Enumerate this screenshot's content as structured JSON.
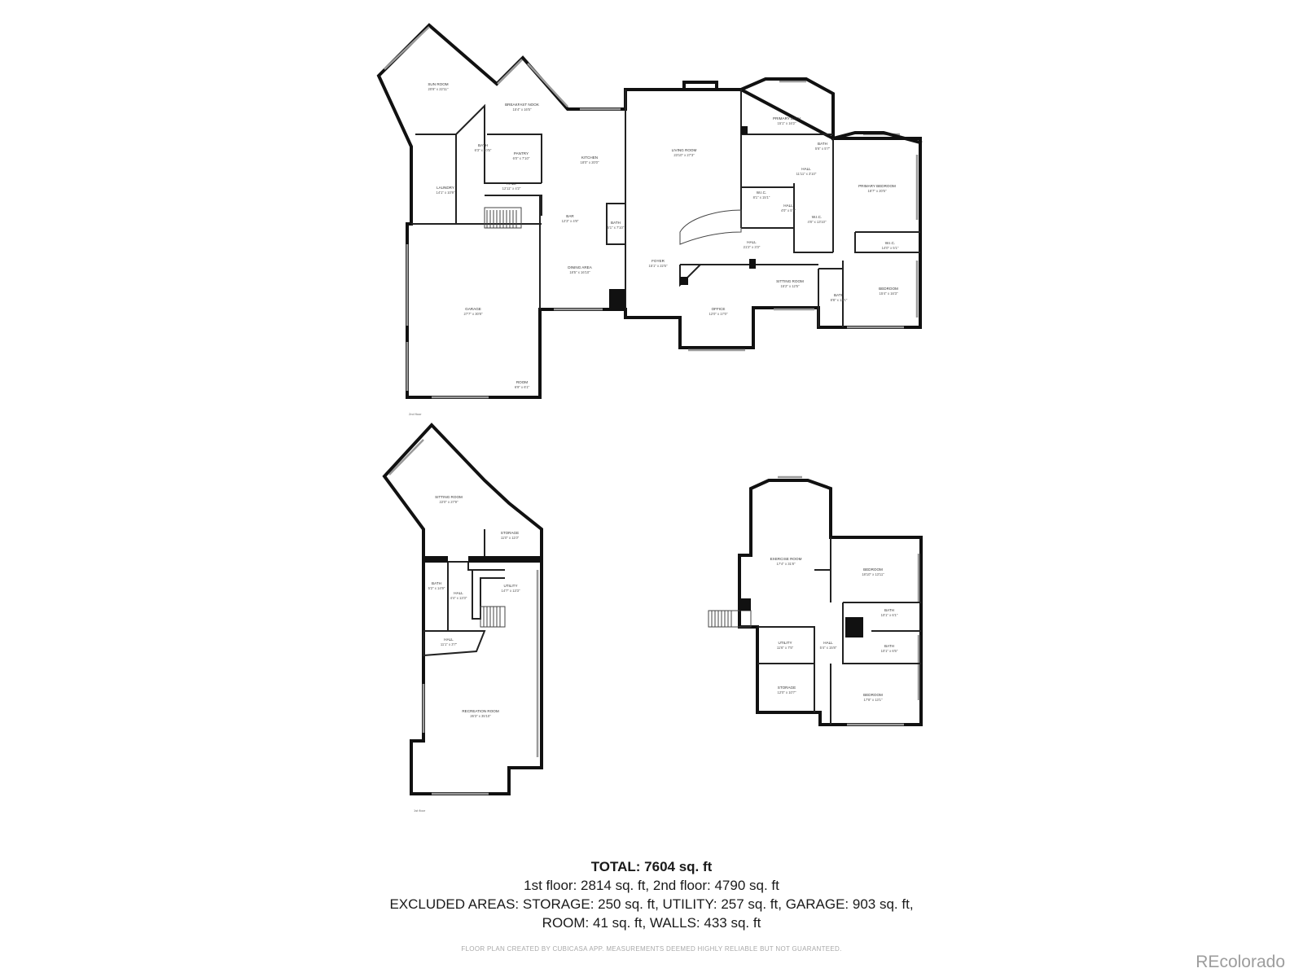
{
  "floors": [
    {
      "label": "2nd floor",
      "rooms": [
        {
          "id": "sun-room",
          "name": "SUN ROOM",
          "dim": "20'8\" x 22'11\""
        },
        {
          "id": "breakfast-nook",
          "name": "BREAKFAST NOOK",
          "dim": "15'4\" x 16'5\""
        },
        {
          "id": "bath-1",
          "name": "BATH",
          "dim": "6'3\" x 10'5\""
        },
        {
          "id": "pantry",
          "name": "PANTRY",
          "dim": "6'0\" x 7'10\""
        },
        {
          "id": "kitchen",
          "name": "KITCHEN",
          "dim": "18'0\" x 20'0\""
        },
        {
          "id": "living-room",
          "name": "LIVING ROOM",
          "dim": "23'10\" x 27'3\""
        },
        {
          "id": "primary-bath",
          "name": "PRIMARY BATH",
          "dim": "15'1\" x 16'2\""
        },
        {
          "id": "bath-2",
          "name": "BATH",
          "dim": "5'6\" x 5'7\""
        },
        {
          "id": "laundry",
          "name": "LAUNDRY",
          "dim": "14'1\" x 10'9\""
        },
        {
          "id": "hall-1",
          "name": "HALL",
          "dim": "12'11\" x 4'2\""
        },
        {
          "id": "hall-2",
          "name": "HALL",
          "dim": "11'11\" x 3'10\""
        },
        {
          "id": "primary-bedroom",
          "name": "PRIMARY BEDROOM",
          "dim": "18'7\" x 20'5\""
        },
        {
          "id": "wic-1",
          "name": "W.I.C.",
          "dim": "8'1\" x 15'1\""
        },
        {
          "id": "hall-3",
          "name": "HALL",
          "dim": "4'0\" x 5'7\""
        },
        {
          "id": "wic-2",
          "name": "W.I.C.",
          "dim": "4'8\" x 13'10\""
        },
        {
          "id": "bar",
          "name": "BAR",
          "dim": "12'3\" x 4'8\""
        },
        {
          "id": "bath-3",
          "name": "BATH",
          "dim": "5'1\" x 7'10\""
        },
        {
          "id": "hall-4",
          "name": "HALL",
          "dim": "21'2\" x 3'3\""
        },
        {
          "id": "wic-3",
          "name": "W.I.C.",
          "dim": "14'0\" x 5'1\""
        },
        {
          "id": "dining-area",
          "name": "DINING AREA",
          "dim": "18'5\" x 16'10\""
        },
        {
          "id": "foyer",
          "name": "FOYER",
          "dim": "15'1\" x 22'5\""
        },
        {
          "id": "sitting-room-1",
          "name": "SITTING ROOM",
          "dim": "15'2\" x 12'5\""
        },
        {
          "id": "bath-4",
          "name": "BATH",
          "dim": "8'8\" x 13'1\""
        },
        {
          "id": "bedroom-1",
          "name": "BEDROOM",
          "dim": "15'4\" x 16'3\""
        },
        {
          "id": "garage",
          "name": "GARAGE",
          "dim": "27'7\" x 30'8\""
        },
        {
          "id": "office",
          "name": "OFFICE",
          "dim": "12'0\" x 17'0\""
        },
        {
          "id": "room",
          "name": "ROOM",
          "dim": "6'9\" x 6'1\""
        }
      ]
    },
    {
      "label": "1st floor",
      "rooms": [
        {
          "id": "sitting-room-2",
          "name": "SITTING ROOM",
          "dim": "22'0\" x 27'9\""
        },
        {
          "id": "storage-1",
          "name": "STORAGE",
          "dim": "11'0\" x 11'0\""
        },
        {
          "id": "bath-5",
          "name": "BATH",
          "dim": "5'2\" x 14'9\""
        },
        {
          "id": "hall-5",
          "name": "HALL",
          "dim": "4'4\" x 13'3\""
        },
        {
          "id": "utility-1",
          "name": "UTILITY",
          "dim": "14'7\" x 13'3\""
        },
        {
          "id": "hall-6",
          "name": "HALL",
          "dim": "11'1\" x 3'7\""
        },
        {
          "id": "recreation-room",
          "name": "RECREATION ROOM",
          "dim": "26'3\" x 35'10\""
        }
      ]
    },
    {
      "label": "",
      "rooms": [
        {
          "id": "exercise-room",
          "name": "EXERCISE ROOM",
          "dim": "17'4\" x 31'8\""
        },
        {
          "id": "bedroom-2",
          "name": "BEDROOM",
          "dim": "18'10\" x 13'11\""
        },
        {
          "id": "bath-6",
          "name": "BATH",
          "dim": "10'1\" x 6'1\""
        },
        {
          "id": "bath-7",
          "name": "BATH",
          "dim": "10'1\" x 6'5\""
        },
        {
          "id": "utility-2",
          "name": "UTILITY",
          "dim": "11'6\" x 7'5\""
        },
        {
          "id": "hall-7",
          "name": "HALL",
          "dim": "5'4\" x 15'8\""
        },
        {
          "id": "storage-2",
          "name": "STORAGE",
          "dim": "12'0\" x 10'7\""
        },
        {
          "id": "bedroom-3",
          "name": "BEDROOM",
          "dim": "17'8\" x 13'1\""
        }
      ]
    }
  ],
  "summary": {
    "total": "TOTAL: 7604 sq. ft",
    "line1": "1st floor: 2814 sq. ft, 2nd floor: 4790 sq. ft",
    "line2": "EXCLUDED AREAS: STORAGE: 250 sq. ft, UTILITY: 257 sq. ft, GARAGE: 903 sq. ft,",
    "line3": "ROOM: 41 sq. ft, WALLS: 433 sq. ft"
  },
  "disclaimer": "FLOOR PLAN CREATED BY CUBICASA APP. MEASUREMENTS DEEMED HIGHLY RELIABLE BUT NOT GUARANTEED.",
  "brand": "REcolorado"
}
